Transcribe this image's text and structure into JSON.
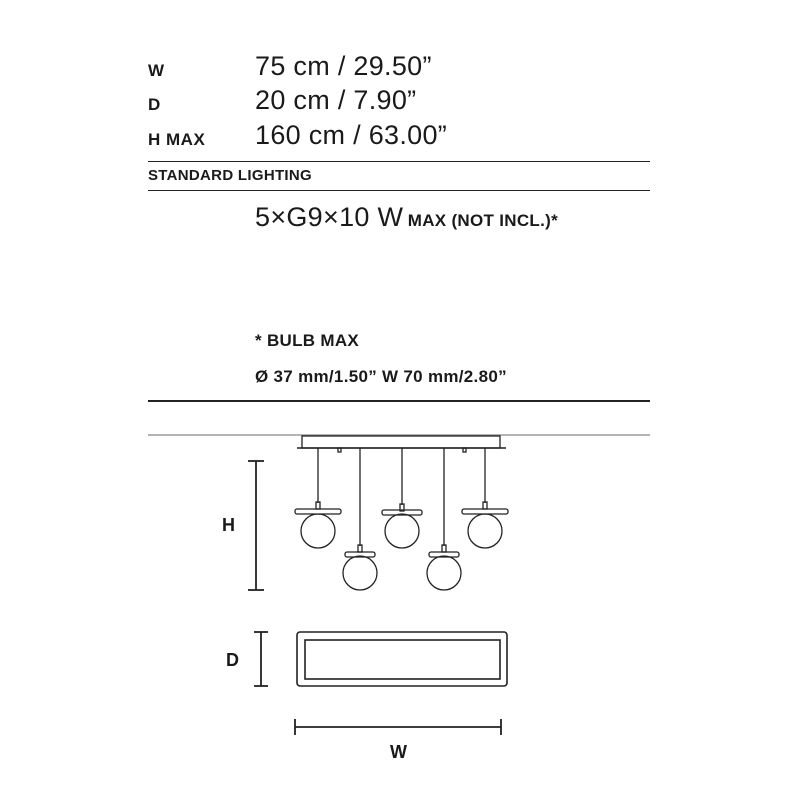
{
  "specs": [
    {
      "label": "W",
      "value": "75 cm / 29.50”"
    },
    {
      "label": "D",
      "value": "20 cm / 7.90”"
    },
    {
      "label": "H MAX",
      "value": "160 cm / 63.00”"
    }
  ],
  "lighting": {
    "heading": "STANDARD LIGHTING",
    "value_main": "5×G9×10 W",
    "value_suffix": "MAX (NOT INCL.)*"
  },
  "bulb": {
    "title": "* BULB MAX",
    "dims": "Ø 37 mm/1.50”  W 70 mm/2.80”"
  },
  "diagram": {
    "height_label": "H",
    "depth_label": "D",
    "width_label": "W"
  }
}
